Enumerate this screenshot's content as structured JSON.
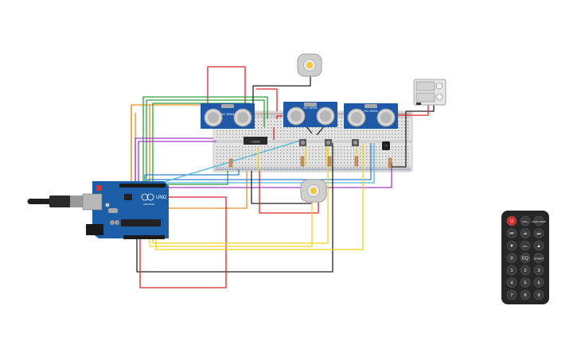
{
  "components": {
    "arduino": {
      "name": "Arduino Uno",
      "logo_text": "UNO",
      "brand_text": "ARDUINO"
    },
    "ultrasonic_sensors": [
      {
        "label": "HC-SR04"
      },
      {
        "label": "HC-SR04"
      },
      {
        "label": "HC-SR04"
      }
    ],
    "ic_chip": {
      "label": "L293D"
    },
    "dc_motors": [
      {
        "name": "dc-motor-top"
      },
      {
        "name": "dc-motor-bottom"
      }
    ],
    "battery_pack": {
      "name": "battery-pack"
    },
    "ir_receiver": {
      "name": "ir-receiver"
    }
  },
  "remote": {
    "buttons": [
      [
        "⏻",
        "VOL+",
        "FUNC STOP"
      ],
      [
        "⏮",
        "⏯",
        "⏭"
      ],
      [
        "▼",
        "VOL-",
        "▲"
      ],
      [
        "0",
        "EQ",
        "ST/REPT"
      ],
      [
        "1",
        "2",
        "3"
      ],
      [
        "4",
        "5",
        "6"
      ],
      [
        "7",
        "8",
        "9"
      ]
    ]
  },
  "colors": {
    "wire_red": "#d9262b",
    "wire_black": "#222222",
    "wire_yellow": "#f2d31b",
    "wire_green": "#2e9e3a",
    "wire_orange": "#e8901c",
    "wire_purple": "#a23cc8",
    "wire_blue": "#2f7fd1",
    "wire_cyan": "#4fb7d9",
    "arduino_blue": "#1c5ea8",
    "sensor_blue": "#1e58a6",
    "remote_body": "#262626"
  }
}
